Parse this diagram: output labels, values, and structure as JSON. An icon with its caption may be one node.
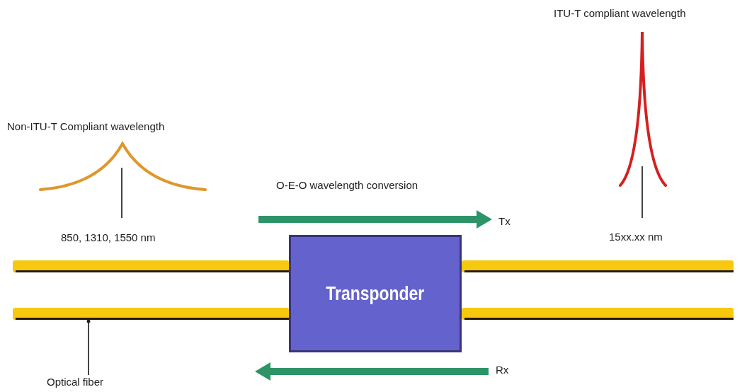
{
  "diagram": {
    "nodes": [
      {
        "text": [
          "Transponder"
        ]
      },
      {
        "text": [],
        "shape": "bar"
      },
      {
        "text": [],
        "shape": "bar"
      },
      {
        "text": [],
        "shape": "bar"
      },
      {
        "text": [],
        "shape": "bar"
      },
      {
        "text": [
          "Optical fiber"
        ]
      },
      {
        "text": [],
        "shape": "picture",
        "beside": [
          "Non-ITU-T Compliant wavelength"
        ]
      },
      {
        "text": [
          "850, 1310, 1550 nm"
        ]
      },
      {
        "text": [],
        "shape": "picture",
        "beside": [
          "ITU-T compliant wavelength"
        ]
      },
      {
        "text": [
          "15xx.xx nm"
        ]
      }
    ],
    "edges": [
      {
        "from": 5,
        "to": 3,
        "arrow": "none"
      },
      {
        "from": 7,
        "to": 6,
        "arrow": "none"
      },
      {
        "from": 9,
        "to": 8,
        "arrow": "none"
      }
    ],
    "labels": [
      "O-E-O wavelength conversion",
      "Tx",
      "Rx"
    ]
  }
}
